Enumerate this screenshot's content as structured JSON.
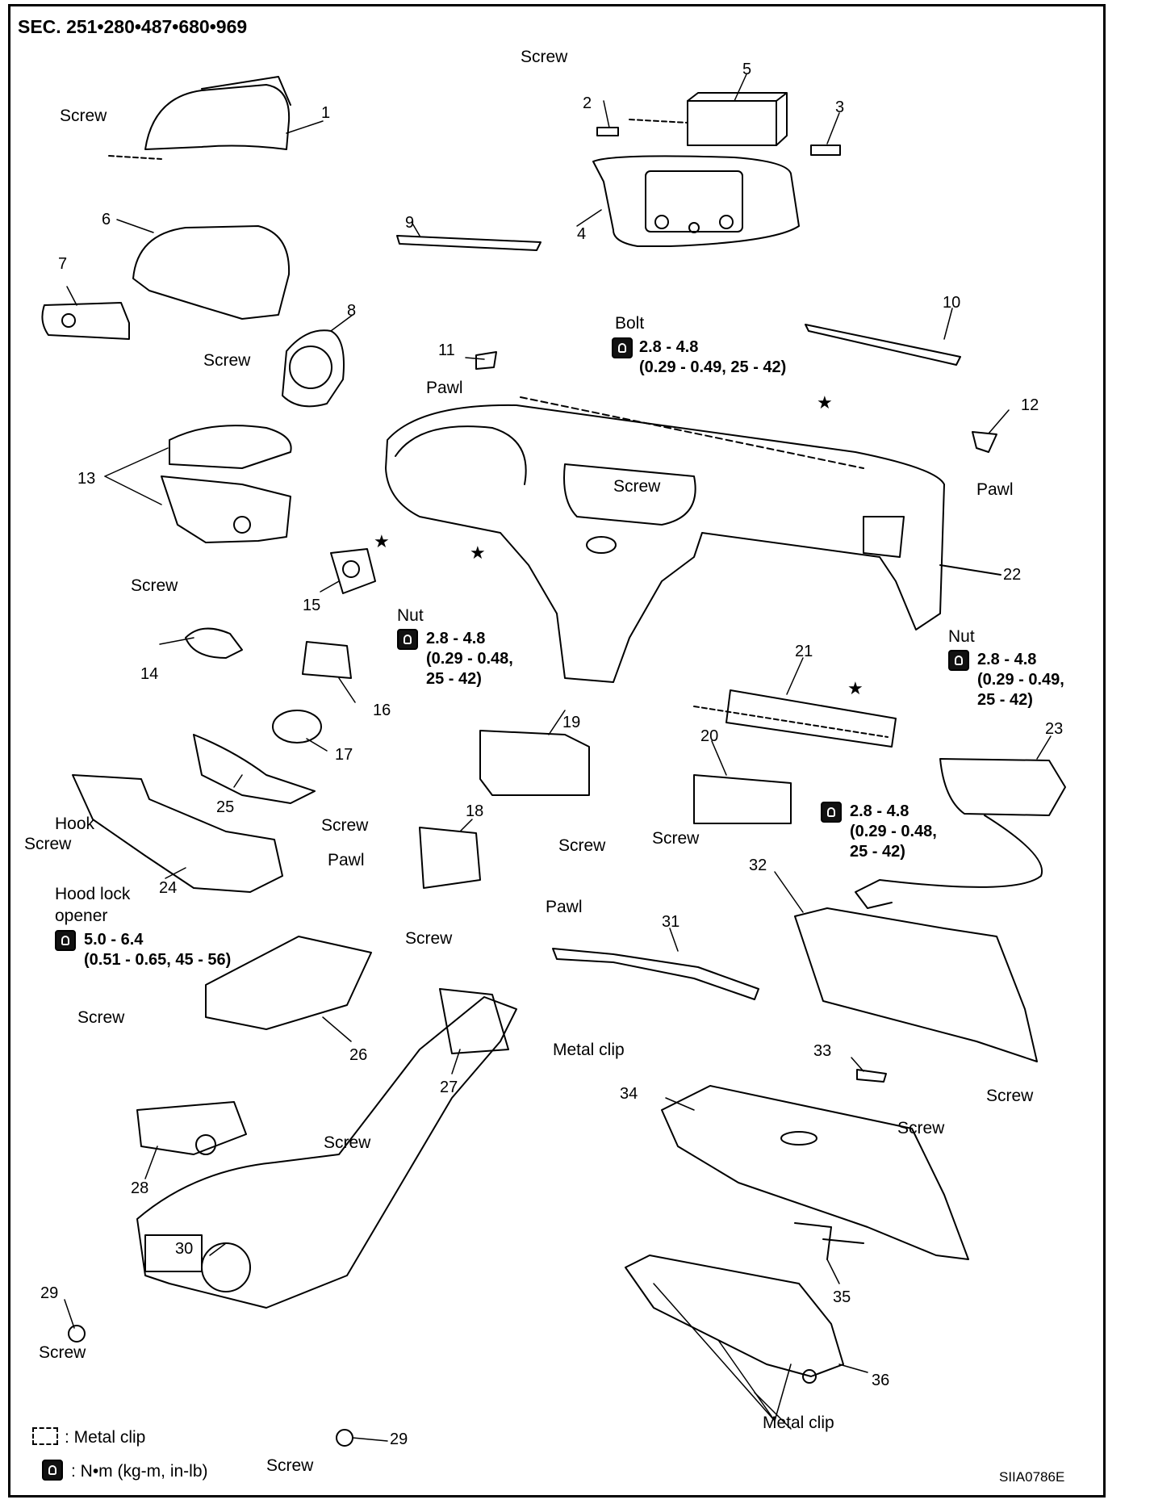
{
  "header": {
    "section": "SEC. 251•280•487•680•969"
  },
  "figure_code": "SIIA0786E",
  "legend": {
    "metal_clip": ": Metal clip",
    "torque_unit": ": N•m (kg-m, in-lb)"
  },
  "part_numbers": [
    "1",
    "2",
    "3",
    "4",
    "5",
    "6",
    "7",
    "8",
    "9",
    "10",
    "11",
    "12",
    "13",
    "14",
    "15",
    "16",
    "17",
    "18",
    "19",
    "20",
    "21",
    "22",
    "23",
    "24",
    "25",
    "26",
    "27",
    "28",
    "29",
    "29",
    "30",
    "31",
    "32",
    "33",
    "34",
    "35",
    "36"
  ],
  "callouts": {
    "screw": "Screw",
    "pawl": "Pawl",
    "bolt": "Bolt",
    "nut": "Nut",
    "hook": "Hook",
    "hood_lock_1": "Hood lock",
    "hood_lock_2": "opener",
    "metal_clip": "Metal clip"
  },
  "torques": {
    "bolt": {
      "line1": "2.8 - 4.8",
      "line2": "(0.29 - 0.49, 25 - 42)"
    },
    "nut_left": {
      "line1": "2.8 - 4.8",
      "line2": "(0.29 - 0.48,",
      "line3": "25 - 42)"
    },
    "nut_right": {
      "line1": "2.8 - 4.8",
      "line2": "(0.29 - 0.49,",
      "line3": "25 - 42)"
    },
    "nut_mid": {
      "line1": "2.8 - 4.8",
      "line2": "(0.29 - 0.48,",
      "line3": "25 - 42)"
    },
    "hood_lock": {
      "line1": "5.0 - 6.4",
      "line2": "(0.51 - 0.65, 45 - 56)"
    }
  },
  "markers": {
    "star": "★"
  }
}
